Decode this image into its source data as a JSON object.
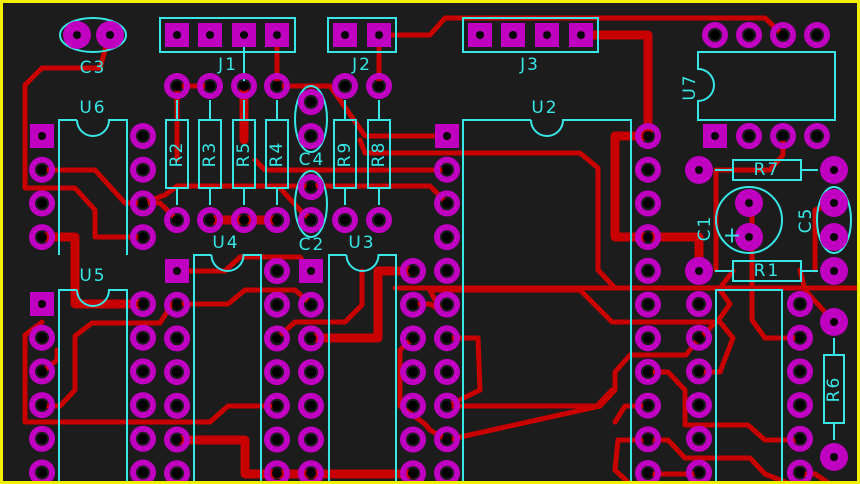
{
  "board": {
    "colors": {
      "background": "#1c1c1c",
      "border": "#f0f000",
      "pad": "#c000c0",
      "silkscreen": "#38e6e6",
      "copper": "#c80000"
    },
    "components": {
      "C1": "C1",
      "C2": "C2",
      "C3": "C3",
      "C4": "C4",
      "C5": "C5",
      "J1": "J1",
      "J2": "J2",
      "J3": "J3",
      "R1": "R1",
      "R2": "R2",
      "R3": "R3",
      "R4": "R4",
      "R5": "R5",
      "R6": "R6",
      "R7": "R7",
      "R8": "R8",
      "R9": "R9",
      "U2": "U2",
      "U3": "U3",
      "U4": "U4",
      "U5": "U5",
      "U6": "U6",
      "U7": "U7"
    },
    "c1_polarity": "+"
  }
}
